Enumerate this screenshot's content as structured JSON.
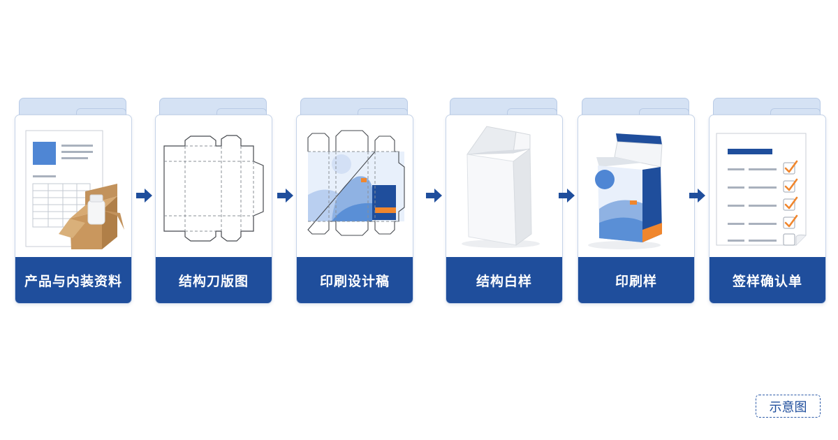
{
  "steps": [
    {
      "label": "产品与内装资料"
    },
    {
      "label": "结构刀版图"
    },
    {
      "label": "印刷设计稿"
    },
    {
      "label": "结构白样"
    },
    {
      "label": "印刷样"
    },
    {
      "label": "签样确认单"
    }
  ],
  "badge": "示意图",
  "colors": {
    "brand": "#1f4e9c",
    "tab": "#d5e2f4",
    "accent": "#f0862d",
    "light_blue": "#8fb2e3"
  },
  "icons": [
    "document-with-box-icon",
    "dieline-icon",
    "printed-dieline-icon",
    "white-box-icon",
    "printed-box-icon",
    "checklist-icon",
    "arrow-right-icon"
  ]
}
